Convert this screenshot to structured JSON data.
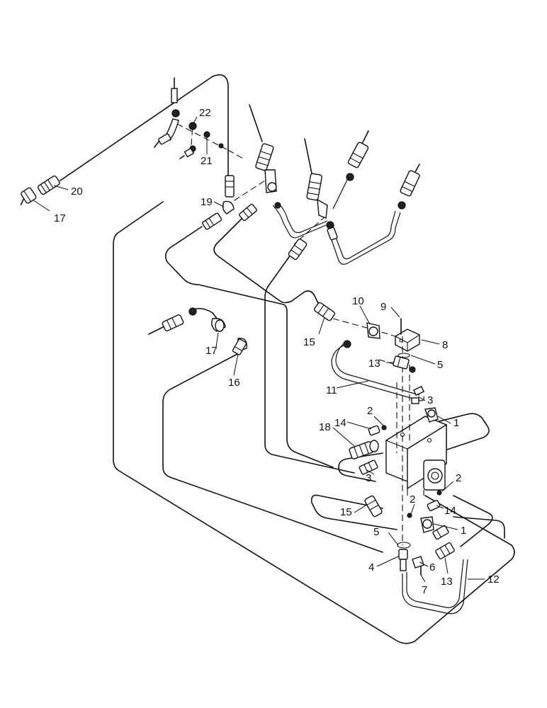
{
  "callouts": [
    {
      "id": "c22",
      "text": "22"
    },
    {
      "id": "c21",
      "text": "21"
    },
    {
      "id": "c20",
      "text": "20"
    },
    {
      "id": "c17a",
      "text": "17"
    },
    {
      "id": "c19",
      "text": "19"
    },
    {
      "id": "c10",
      "text": "10"
    },
    {
      "id": "c9",
      "text": "9"
    },
    {
      "id": "c8",
      "text": "8"
    },
    {
      "id": "c15a",
      "text": "15"
    },
    {
      "id": "c13a",
      "text": "13"
    },
    {
      "id": "c5a",
      "text": "5"
    },
    {
      "id": "c11",
      "text": "11"
    },
    {
      "id": "c17b",
      "text": "17"
    },
    {
      "id": "c16",
      "text": "16"
    },
    {
      "id": "c3a",
      "text": "3"
    },
    {
      "id": "c2a",
      "text": "2"
    },
    {
      "id": "c1a",
      "text": "1"
    },
    {
      "id": "c14a",
      "text": "14"
    },
    {
      "id": "c18",
      "text": "18"
    },
    {
      "id": "c3b",
      "text": "3"
    },
    {
      "id": "c2b",
      "text": "2"
    },
    {
      "id": "c14b",
      "text": "14"
    },
    {
      "id": "c2c",
      "text": "2"
    },
    {
      "id": "c15b",
      "text": "15"
    },
    {
      "id": "c1b",
      "text": "1"
    },
    {
      "id": "c5b",
      "text": "5"
    },
    {
      "id": "c4",
      "text": "4"
    },
    {
      "id": "c6",
      "text": "6"
    },
    {
      "id": "c13b",
      "text": "13"
    },
    {
      "id": "c12",
      "text": "12"
    },
    {
      "id": "c7",
      "text": "7"
    }
  ]
}
